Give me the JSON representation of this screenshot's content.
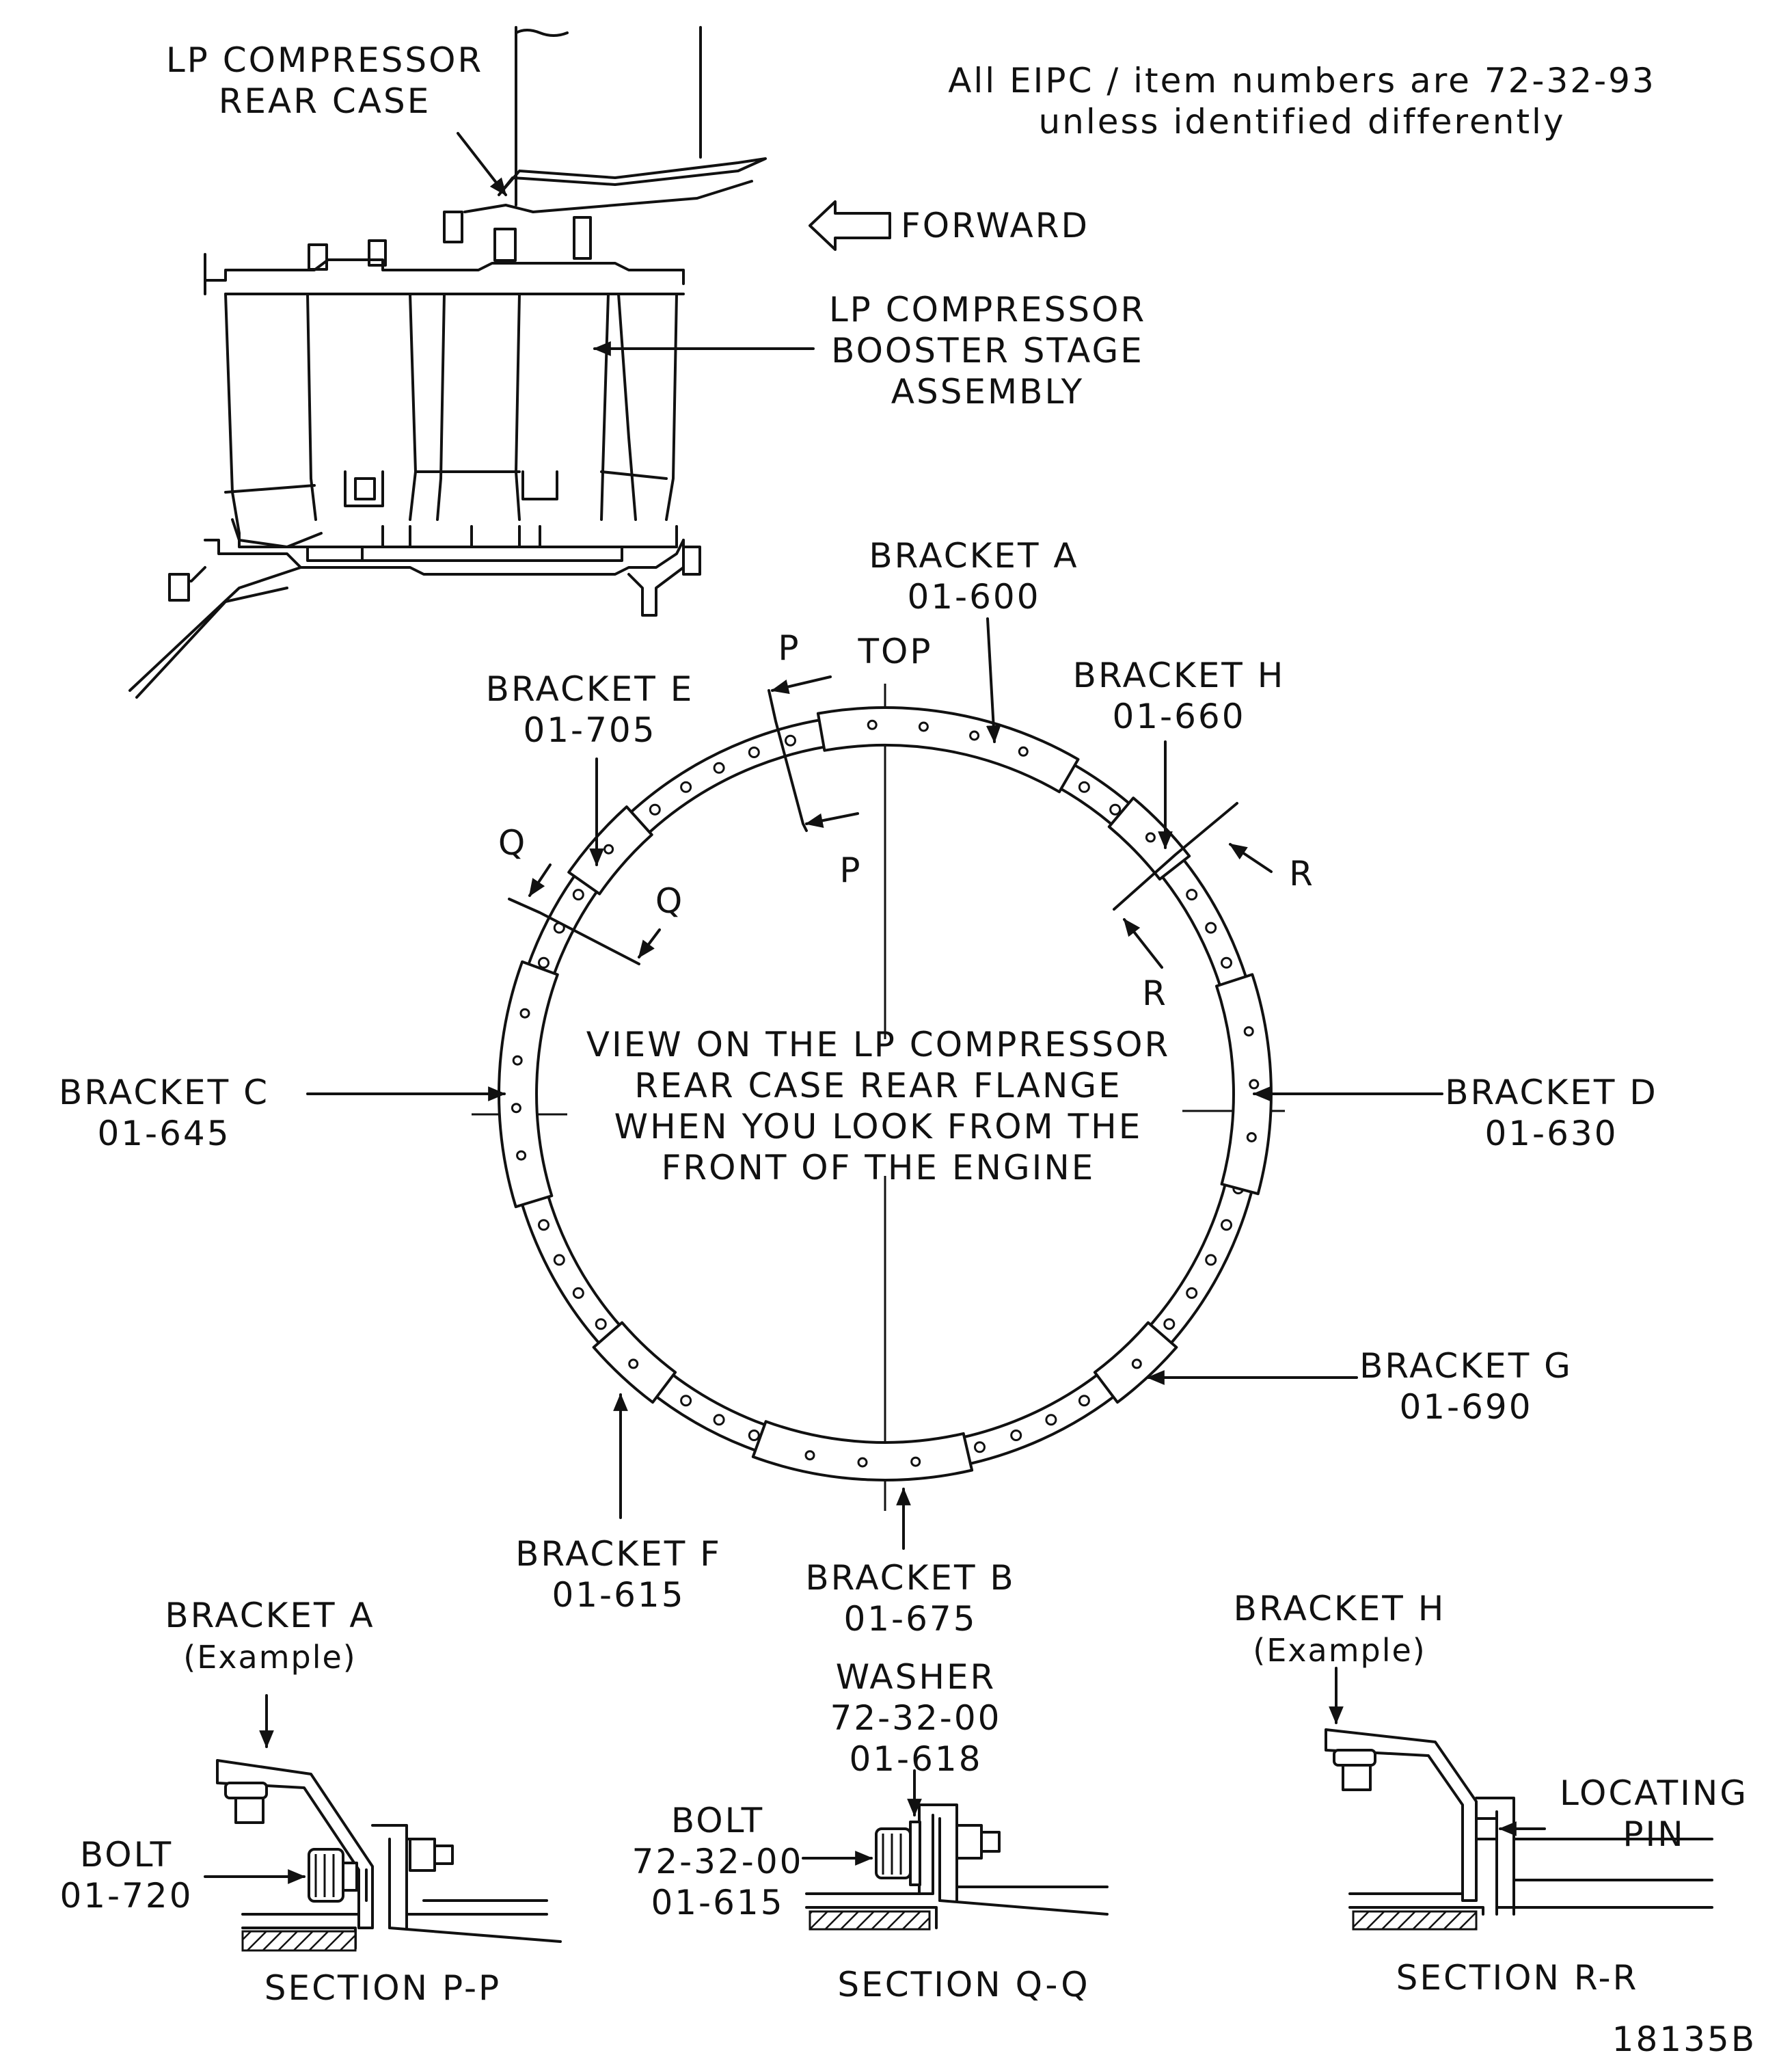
{
  "note": [
    "All EIPC / item numbers are 72-32-93",
    "unless identified differently"
  ],
  "forward_label": "FORWARD",
  "top_view": {
    "rear_case": [
      "LP COMPRESSOR",
      "REAR CASE"
    ],
    "booster": [
      "LP COMPRESSOR",
      "BOOSTER STAGE",
      "ASSEMBLY"
    ]
  },
  "ring_view": {
    "top_label": "TOP",
    "caption": [
      "VIEW ON THE LP COMPRESSOR",
      "REAR CASE REAR FLANGE",
      "WHEN YOU LOOK FROM THE",
      "FRONT OF THE ENGINE"
    ],
    "section_letters": {
      "p": "P",
      "q": "Q",
      "r": "R"
    },
    "brackets": {
      "a": [
        "BRACKET A",
        "01-600"
      ],
      "b": [
        "BRACKET B",
        "01-675"
      ],
      "c": [
        "BRACKET C",
        "01-645"
      ],
      "d": [
        "BRACKET D",
        "01-630"
      ],
      "e": [
        "BRACKET E",
        "01-705"
      ],
      "f": [
        "BRACKET F",
        "01-615"
      ],
      "g": [
        "BRACKET G",
        "01-690"
      ],
      "h": [
        "BRACKET H",
        "01-660"
      ]
    }
  },
  "sections": {
    "pp": {
      "bracket": [
        "BRACKET A",
        "(Example)"
      ],
      "bolt": [
        "BOLT",
        "01-720"
      ],
      "title": "SECTION P-P"
    },
    "qq": {
      "washer": [
        "WASHER",
        "72-32-00",
        "01-618"
      ],
      "bolt": [
        "BOLT",
        "72-32-00",
        "01-615"
      ],
      "title": "SECTION Q-Q"
    },
    "rr": {
      "bracket": [
        "BRACKET H",
        "(Example)"
      ],
      "pin": [
        "LOCATING",
        "PIN"
      ],
      "title": "SECTION R-R"
    }
  },
  "figure_id": "18135B"
}
